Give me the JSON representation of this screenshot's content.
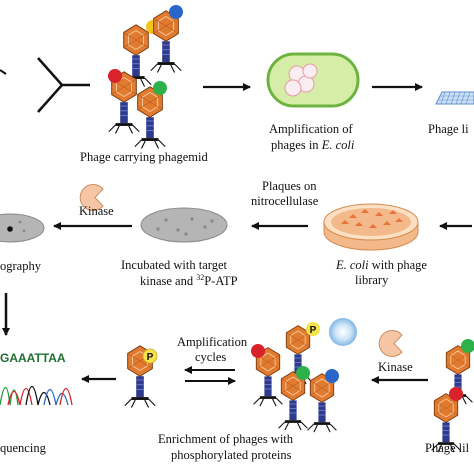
{
  "labels": {
    "phage_carrying_phagemid": "Phage carrying phagemid",
    "amplification_line1": "Amplification of",
    "amplification_line2_prefix": "phages in ",
    "amplification_line2_italic": "E. coli",
    "phage_library_top": "Phage li",
    "kinase_top": "Kinase",
    "autoradiography": "ography",
    "plaques_line1": "Plaques on",
    "plaques_line2": "nitrocellulase",
    "incubated_line1": "Incubated with target",
    "incubated_line2_prefix": "kinase and ",
    "incubated_line2_sup": "32",
    "incubated_line2_suffix": "P-ATP",
    "ecoli_line1_italic": "E. coli",
    "ecoli_line1_suffix": " with phage",
    "ecoli_line2": "library",
    "amplification_cycles_line1": "Amplification",
    "amplification_cycles_line2": "cycles",
    "kinase_bottom": "Kinase",
    "sequence_text": "GAAATTAA",
    "phospho_marker": "P",
    "enrichment_line1": "Enrichment of phages with",
    "enrichment_line2": "phosphorylated proteins",
    "sequencing": "quencing",
    "phage_library_bottom": "Phage lil"
  },
  "colors": {
    "phage_head": "#e07b2f",
    "phage_tail": "#2e3a8c",
    "ligand_yellow": "#f2c318",
    "ligand_blue": "#2a66c9",
    "ligand_red": "#d8232a",
    "ligand_green": "#2db24a",
    "ecoli_fill": "#d6eda8",
    "ecoli_stroke": "#6eb33f",
    "petri_fill": "#b5b5b5",
    "petri_orange": "#f3b98a",
    "kinase_fill": "#f6c6a4",
    "phospho_yellow": "#f6e24a",
    "glow_blue": "#7fb6e6"
  },
  "icons": [
    "phage-icon",
    "ecoli-cell-icon",
    "phage-library-plate-icon",
    "petri-dish-icon",
    "kinase-icon",
    "sequencing-chromatogram-icon",
    "arrow-icon"
  ]
}
